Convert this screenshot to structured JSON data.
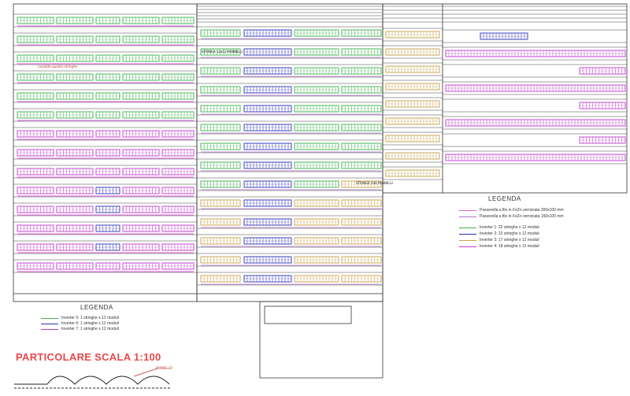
{
  "colors": {
    "inverter1": "#3fb34f",
    "inverter2": "#2f33b8",
    "inverter3": "#c8a24a",
    "inverter4": "#c03ad0",
    "inverter5": "#3fb34f",
    "inverter6": "#2f33b8",
    "inverter7": "#c03ad0",
    "duct_a": "#e060e0",
    "duct_b": "#b070d0",
    "detail_title": "#e8484a",
    "outline": "#333333"
  },
  "legend_right": {
    "title": "LEGENDA",
    "duct_lines": [
      {
        "text": "Passerella a filo in FeZn verniciata 300x100 mm",
        "color": "#e060e0"
      },
      {
        "text": "Passerella a filo in FeZn verniciata 150x100 mm",
        "color": "#b070d0"
      }
    ],
    "inverter_lines": [
      {
        "text": "Inverter 1: 22 stringhe x 12 moduli",
        "color": "#3fb34f"
      },
      {
        "text": "Inverter 2: 22 stringhe x 12 moduli",
        "color": "#2f33b8"
      },
      {
        "text": "Inverter 3: 17 stringhe x 12 moduli",
        "color": "#c8a24a"
      },
      {
        "text": "Inverter 4: 18 stringhe x 12 moduli",
        "color": "#c03ad0"
      }
    ]
  },
  "legend_left": {
    "title": "LEGENDA",
    "lines": [
      {
        "text": "Inverter 5: 1 stringhe x 12 moduli",
        "color": "#3fb34f"
      },
      {
        "text": "Inverter 6: 1 stringhe x 12 moduli",
        "color": "#2f33b8"
      },
      {
        "text": "Inverter 7: 1 stringhe x 12 moduli",
        "color": "#c03ad0"
      }
    ]
  },
  "detail": {
    "title": "PARTICOLARE SCALA 1:100",
    "label": "PANNELLO"
  },
  "annotations": {
    "string_label": "STRINGA 12x12 PANNELLI",
    "cassette_label": "cassette quadro stringhe",
    "string_244": "STRINGA 244 PANNELLI"
  }
}
